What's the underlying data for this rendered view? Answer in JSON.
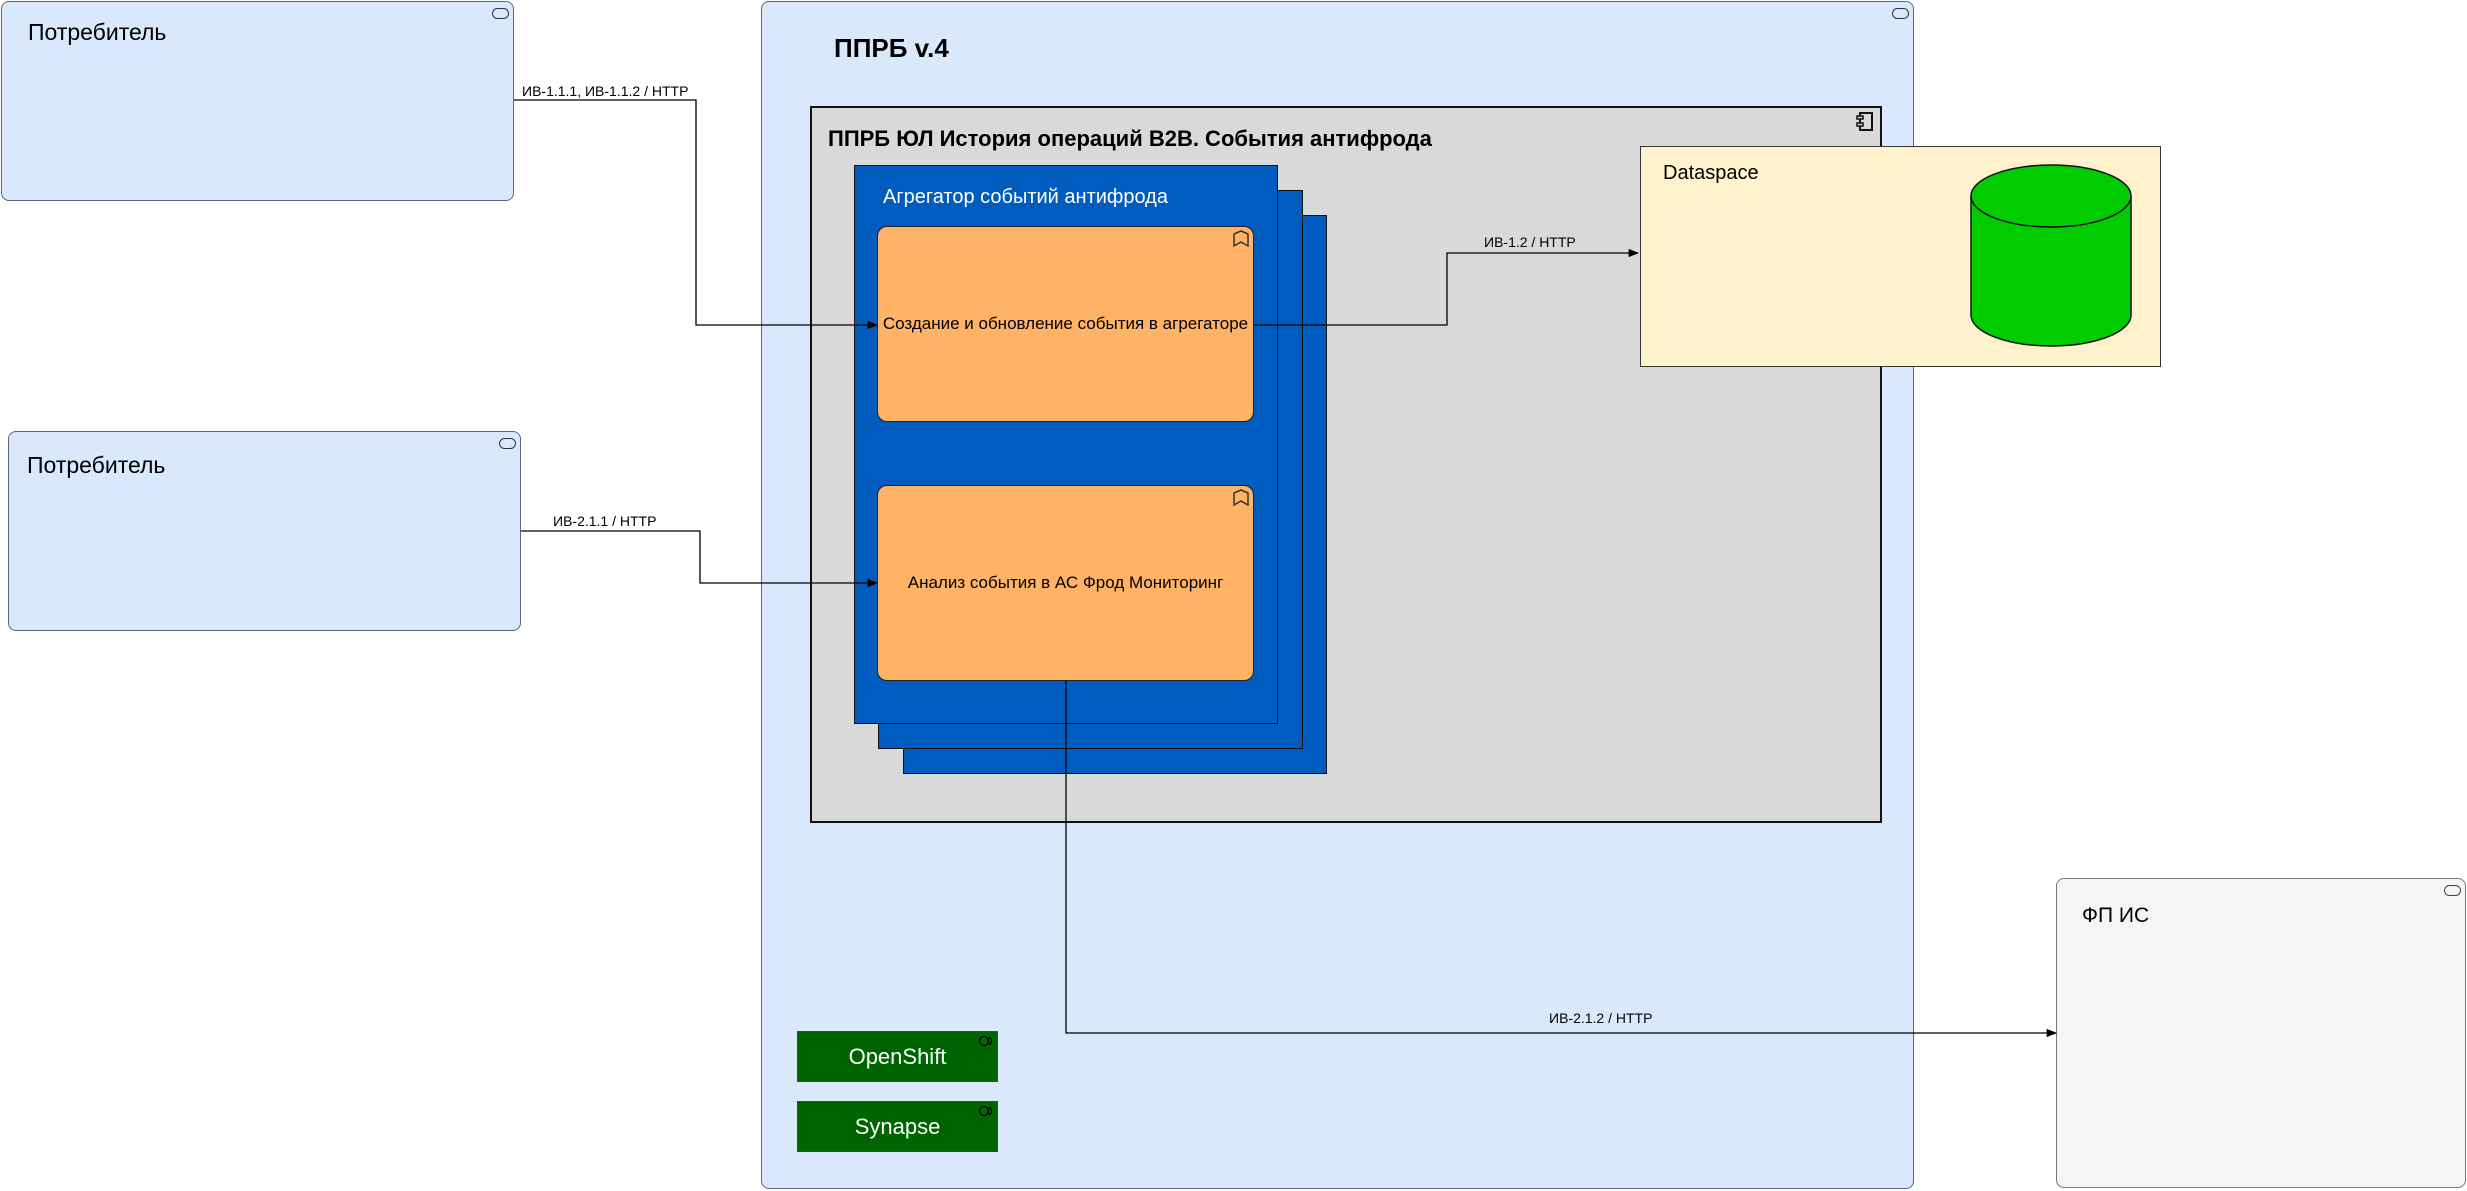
{
  "consumer1": {
    "label": "Потребитель"
  },
  "consumer2": {
    "label": "Потребитель"
  },
  "platform": {
    "title": "ППРБ v.4"
  },
  "component": {
    "title": "ППРБ ЮЛ История операций B2B. События антифрода"
  },
  "aggregator": {
    "title": "Агрегатор событий антифрода"
  },
  "func_create": {
    "label": "Создание и обновление события в агрегаторе"
  },
  "func_analyze": {
    "label": "Анализ события в АС Фрод Мониторинг"
  },
  "dataspace": {
    "label": "Dataspace"
  },
  "fp_is": {
    "label": "ФП ИС"
  },
  "tech": {
    "openshift": "OpenShift",
    "synapse": "Synapse"
  },
  "connections": {
    "c1": "ИВ-1.1.1, ИВ-1.1.2 / HTTP",
    "c2": "ИВ-2.1.1 / HTTP",
    "c3": "ИВ-1.2 / HTTP",
    "c4": "ИВ-2.1.2 / HTTP"
  },
  "colors": {
    "app_fill": "#dae8fc",
    "component_fill": "#d9d9d9",
    "aggregator_fill": "#005cbf",
    "function_fill": "#ffb366",
    "dataspace_fill": "#fff2cc",
    "database_fill": "#00cc00",
    "tech_fill": "#006400",
    "external_fill": "#f5f5f5"
  }
}
